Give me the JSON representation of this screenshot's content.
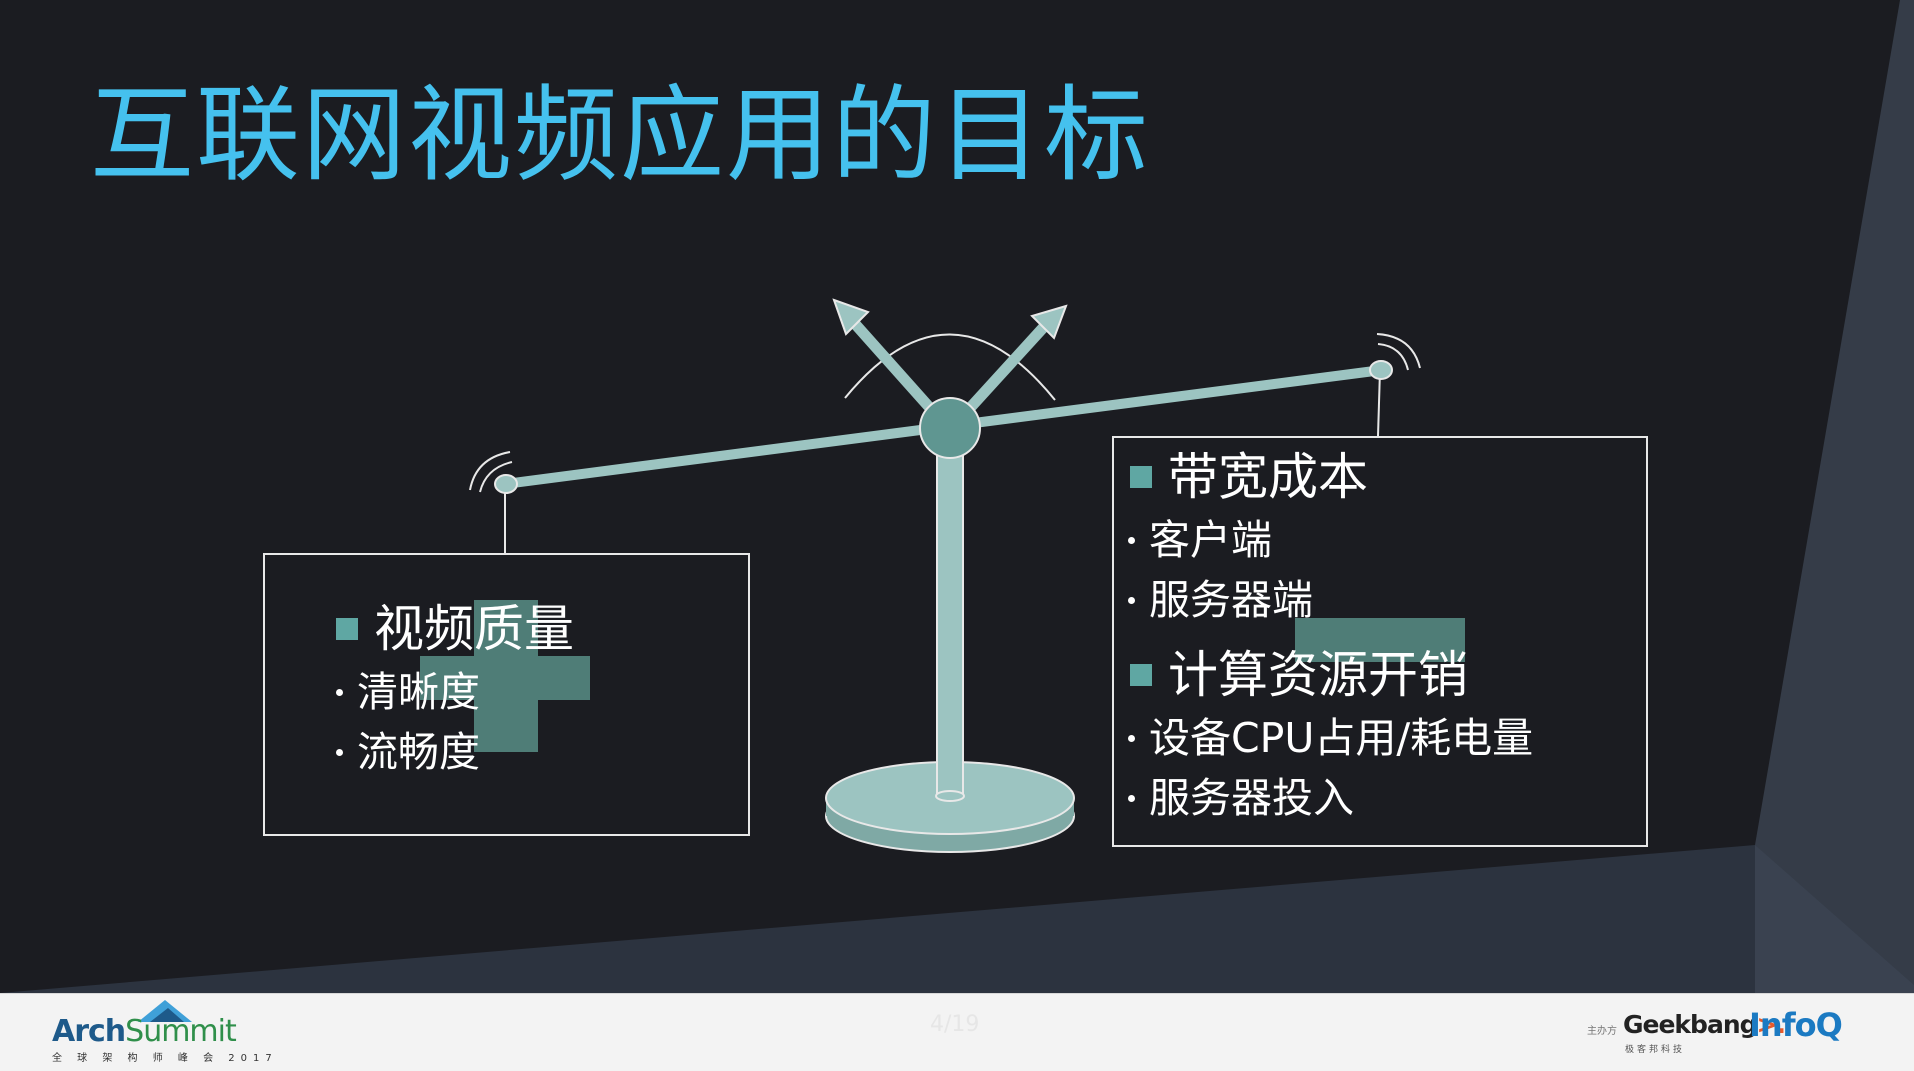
{
  "slide": {
    "title": "互联网视频应用的目标",
    "left_box": {
      "heading": "视频质量",
      "items": [
        "清晰度",
        "流畅度"
      ]
    },
    "right_box": {
      "heading1": "带宽成本",
      "items1": [
        "客户端",
        "服务器端"
      ],
      "heading2": "计算资源开销",
      "items2": [
        "设备CPU占用/耗电量",
        "服务器投入"
      ]
    }
  },
  "footer": {
    "page_number": "4/19",
    "brand_name_part1": "Arch",
    "brand_name_part2": "Summit",
    "brand_tagline": "全 球 架 构 师 峰 会 2017",
    "organizer_label": "主办方",
    "geekbang_name": "Geekbang",
    "geekbang_arrow": ">.",
    "geekbang_sub": "极客邦科技",
    "infoq_name": "InfoQ"
  },
  "colors": {
    "background": "#1b1c21",
    "title": "#45c1ee",
    "scale": "#9cc4c1",
    "accent": "#4f7d77",
    "bullet_square": "#5fa7a3"
  }
}
